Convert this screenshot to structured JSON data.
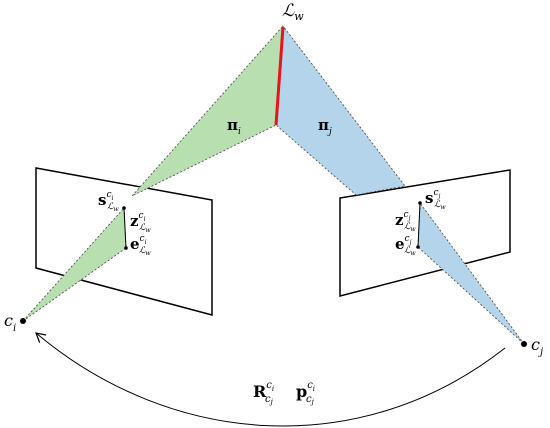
{
  "labels": {
    "line_world": {
      "base": "ℒ",
      "sub": "w"
    },
    "plane_i": {
      "base": "π",
      "sub": "i"
    },
    "plane_j": {
      "base": "π",
      "sub": "j"
    },
    "camera_i": {
      "base": "c",
      "sub": "i"
    },
    "camera_j": {
      "base": "c",
      "sub": "j"
    },
    "start_i": {
      "base": "s",
      "sup": "c",
      "supsub": "i",
      "sub": "ℒ",
      "subsub": "w"
    },
    "mid_i": {
      "base": "z",
      "sup": "c",
      "supsub": "i",
      "sub": "ℒ",
      "subsub": "w"
    },
    "end_i": {
      "base": "e",
      "sup": "c",
      "supsub": "i",
      "sub": "ℒ",
      "subsub": "w"
    },
    "start_j": {
      "base": "s",
      "sup": "c",
      "supsub": "j",
      "sub": "ℒ",
      "subsub": "w"
    },
    "mid_j": {
      "base": "z",
      "sup": "c",
      "supsub": "j",
      "sub": "ℒ",
      "subsub": "w"
    },
    "end_j": {
      "base": "e",
      "sup": "c",
      "supsub": "j",
      "sub": "ℒ",
      "subsub": "w"
    },
    "rotation": {
      "base": "R",
      "sup": "c",
      "supsub": "i",
      "sub": "c",
      "subsub": "j"
    },
    "translation": {
      "base": "p",
      "sup": "c",
      "supsub": "i",
      "sub": "c",
      "subsub": "j"
    }
  },
  "colors": {
    "plane_i_fill": "#b8dfb0",
    "plane_j_fill": "#b4d4ec",
    "line_segment": "#e8141b",
    "stroke": "#000000"
  }
}
